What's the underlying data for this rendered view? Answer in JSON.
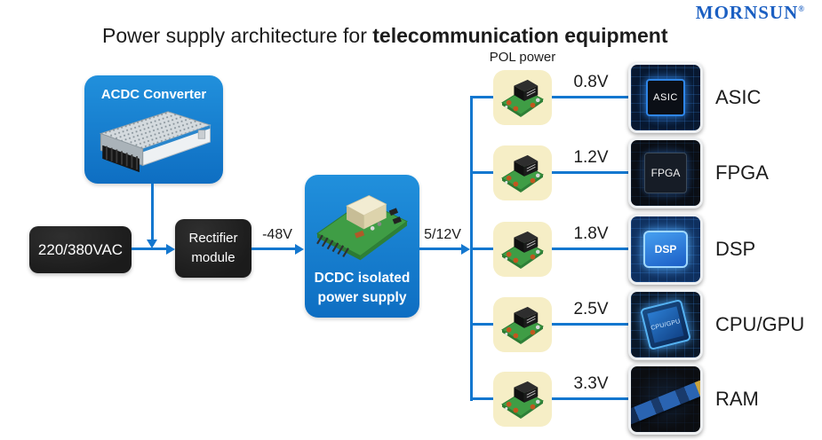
{
  "brand": {
    "name": "MORNSUN",
    "registered_mark": "®"
  },
  "title": {
    "prefix": "Power supply architecture for ",
    "emphasis": "telecommunication equipment"
  },
  "blocks": {
    "ac_input": {
      "label": "220/380VAC"
    },
    "acdc": {
      "label": "ACDC Converter",
      "image": "enclosed-acdc-power-supply-photo"
    },
    "rectifier": {
      "line1": "Rectifier",
      "line2": "module"
    },
    "dcdc": {
      "line1": "DCDC isolated",
      "line2": "power supply",
      "image": "dcdc-pcb-module-photo"
    },
    "pol_header": "POL power"
  },
  "bus_labels": {
    "dc_bus": "-48V",
    "intermediate_bus": "5/12V"
  },
  "rails": [
    {
      "voltage": "0.8V",
      "load": "ASIC",
      "chip_text": "ASIC",
      "chip_style": "asic"
    },
    {
      "voltage": "1.2V",
      "load": "FPGA",
      "chip_text": "FPGA",
      "chip_style": "fpga"
    },
    {
      "voltage": "1.8V",
      "load": "DSP",
      "chip_text": "DSP",
      "chip_style": "dsp"
    },
    {
      "voltage": "2.5V",
      "load": "CPU/GPU",
      "chip_text": "CPU/GPU",
      "chip_style": "cpu"
    },
    {
      "voltage": "3.3V",
      "load": "RAM",
      "chip_text": "",
      "chip_style": "ram"
    }
  ],
  "colors": {
    "brand_blue": "#1b5fc2",
    "line_blue": "#1377cf",
    "box_blue_top": "#2190dc",
    "box_blue_bottom": "#0e6ec2",
    "box_dark": "#222222",
    "pol_bg": "#f6eec6",
    "text_dark": "#1c1c1c"
  }
}
